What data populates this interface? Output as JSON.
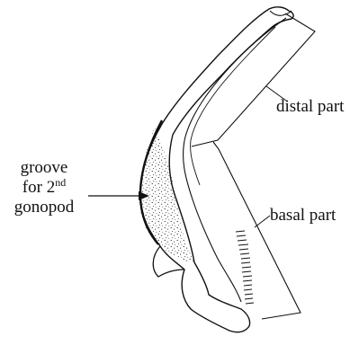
{
  "labels": {
    "groove": {
      "line1": "groove",
      "line2_prefix": "for 2",
      "line2_sup": "nd",
      "line3": "gonopod"
    },
    "distal": "distal part",
    "basal": "basal part"
  },
  "colors": {
    "ink": "#111111",
    "background": "#ffffff"
  }
}
